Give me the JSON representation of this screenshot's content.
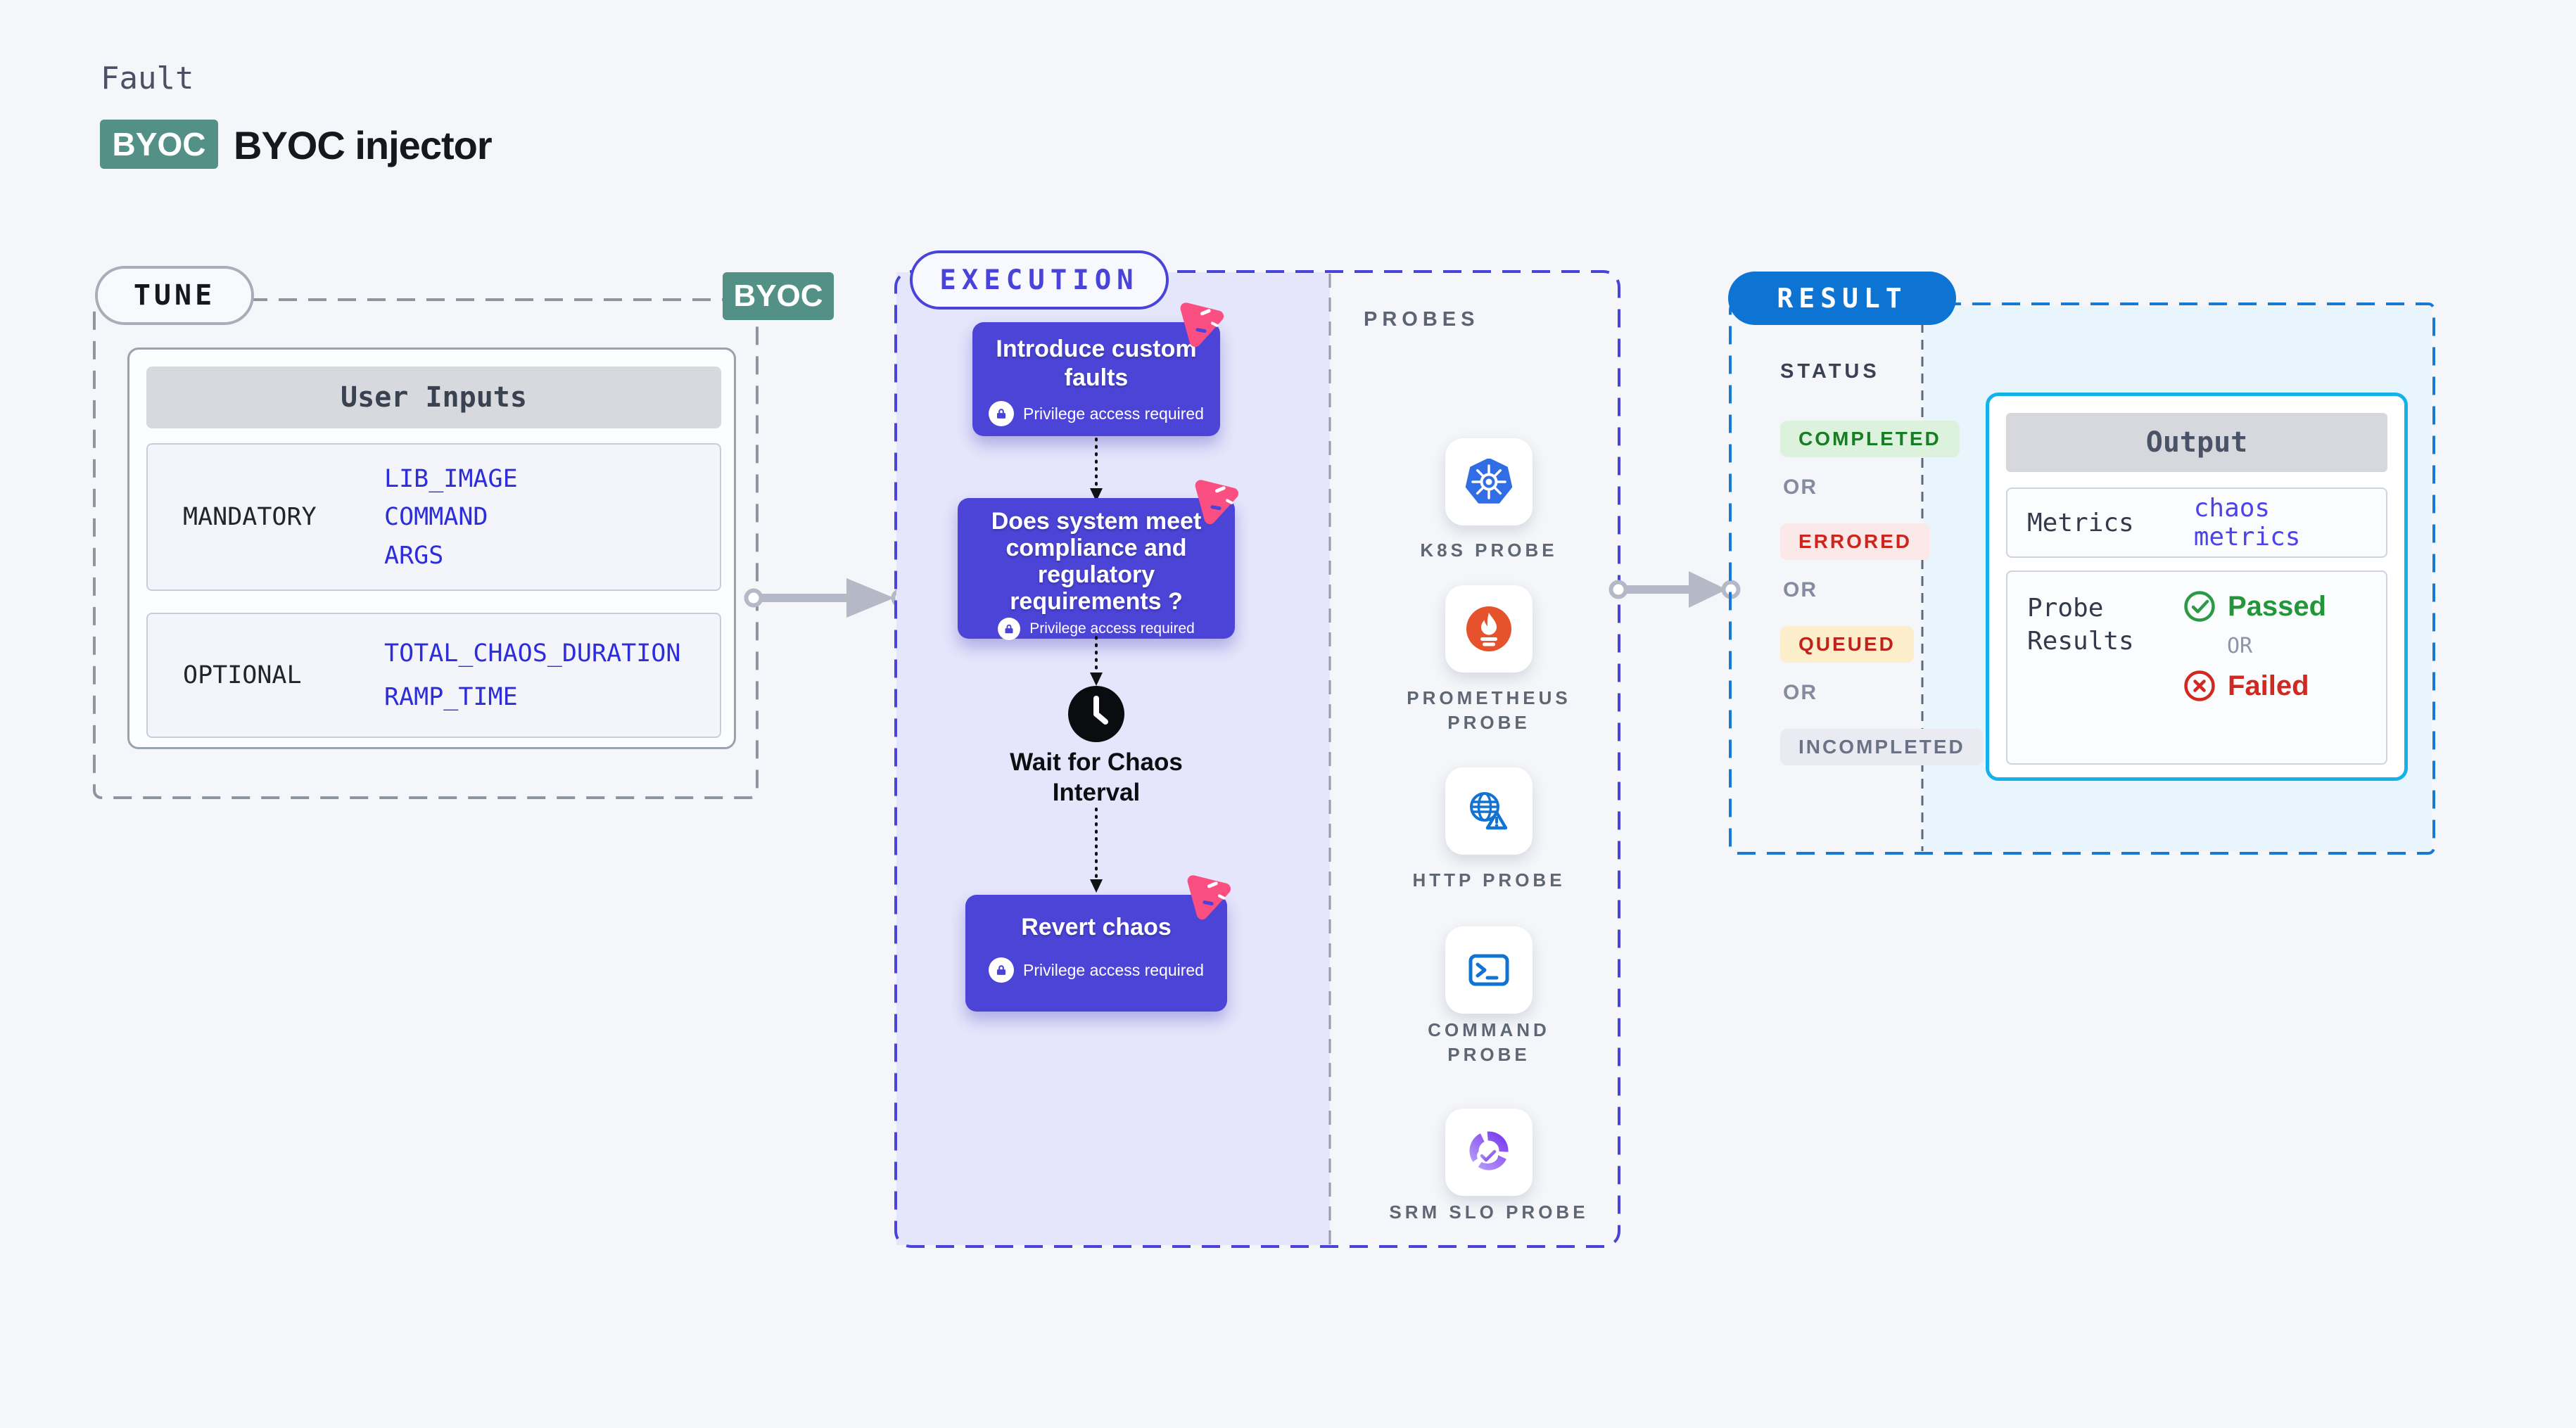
{
  "page": {
    "eyebrow": "Fault",
    "byoc_badge": "BYOC",
    "title": "BYOC injector"
  },
  "tune": {
    "pill": "TUNE",
    "byoc_badge": "BYOC",
    "card_header": "User Inputs",
    "mandatory": {
      "label": "MANDATORY",
      "values": [
        "LIB_IMAGE",
        "COMMAND",
        "ARGS"
      ]
    },
    "optional": {
      "label": "OPTIONAL",
      "values": [
        "TOTAL_CHAOS_DURATION",
        "RAMP_TIME"
      ]
    }
  },
  "execution": {
    "pill": "EXECUTION",
    "privilege_note": "Privilege access required",
    "steps": [
      {
        "title": "Introduce custom faults"
      },
      {
        "title": "Does system meet compliance and regulatory requirements ?"
      }
    ],
    "wait_label": "Wait for Chaos Interval",
    "revert_title": "Revert chaos"
  },
  "probes": {
    "heading": "PROBES",
    "items": [
      "K8S PROBE",
      "PROMETHEUS PROBE",
      "HTTP PROBE",
      "COMMAND PROBE",
      "SRM SLO PROBE"
    ]
  },
  "result": {
    "pill": "RESULT",
    "status_heading": "STATUS",
    "or": "OR",
    "statuses": {
      "completed": "COMPLETED",
      "errored": "ERRORED",
      "queued": "QUEUED",
      "incompleted": "INCOMPLETED"
    },
    "output": {
      "header": "Output",
      "metrics_label": "Metrics",
      "metrics_value": "chaos metrics",
      "probe_results_label": "Probe Results",
      "passed": "Passed",
      "or": "OR",
      "failed": "Failed"
    }
  },
  "colors": {
    "accent_indigo": "#4a43d9",
    "accent_blue": "#0e74d4",
    "accent_cyan": "#13b2e9",
    "teal_badge": "#539187",
    "card_purple": "#4b44d6",
    "pink_logo": "#fb4f82",
    "passed_green": "#24953a",
    "failed_red": "#d1281f"
  }
}
